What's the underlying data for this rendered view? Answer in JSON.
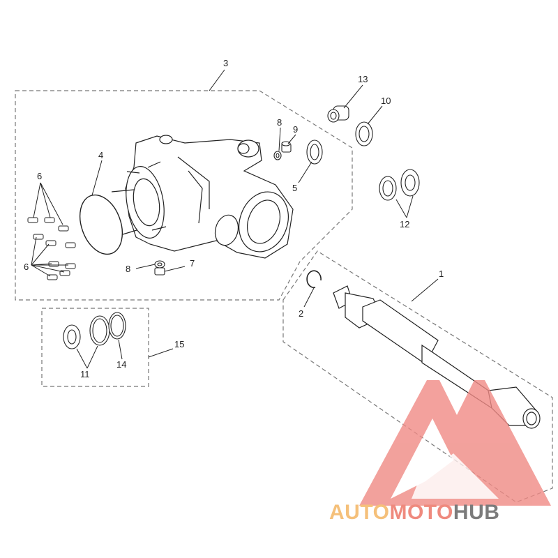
{
  "callouts": {
    "c1": "1",
    "c2": "2",
    "c3": "3",
    "c4": "4",
    "c5": "5",
    "c6a": "6",
    "c6b": "6",
    "c7": "7",
    "c8a": "8",
    "c8b": "8",
    "c9": "9",
    "c10": "10",
    "c11": "11",
    "c12": "12",
    "c13": "13",
    "c14": "14",
    "c15": "15"
  },
  "watermark": {
    "auto": "AUTO",
    "moto": "MOTO",
    "hub": "HUB",
    "colors": {
      "auto": "#f5c07a",
      "moto": "#ef8a7e",
      "hub": "#7b7b7b",
      "logo": "#f08a84"
    }
  }
}
